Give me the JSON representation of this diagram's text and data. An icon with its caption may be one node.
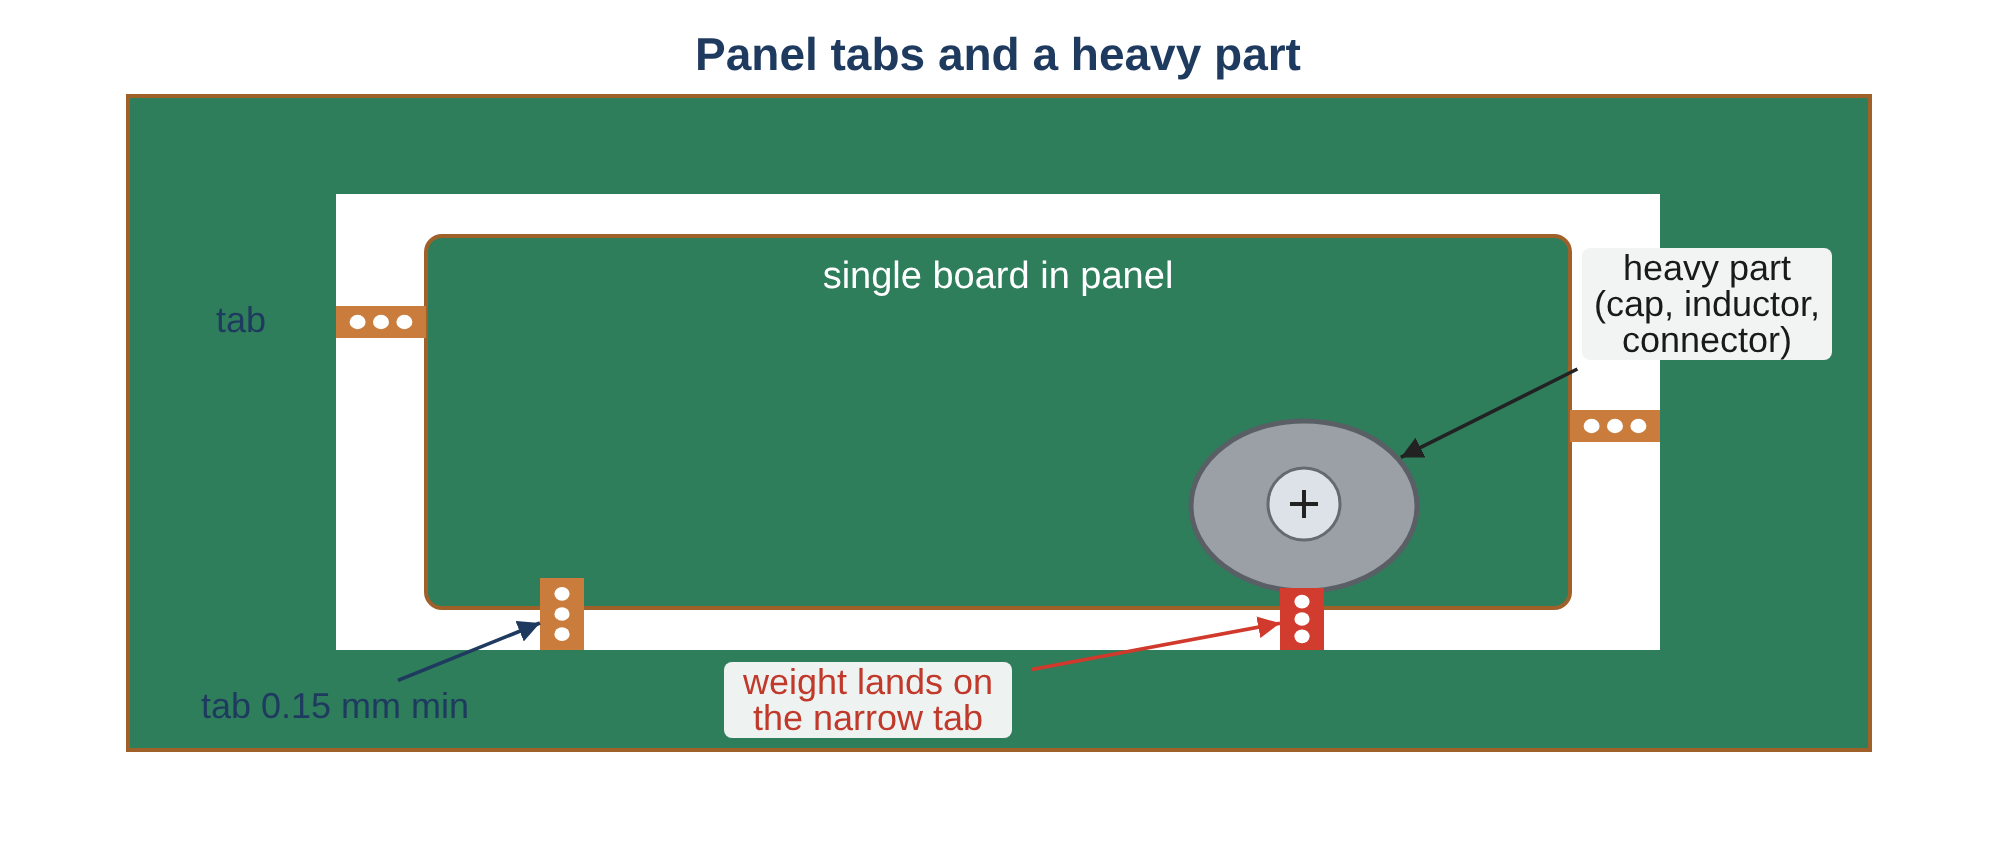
{
  "diagram": {
    "title": "Panel tabs and a heavy part",
    "nodes": [
      {
        "text": [
          "single board in panel"
        ]
      },
      {
        "text": [
          "heavy part (cap, inductor, connector)"
        ]
      },
      {
        "text": [],
        "shape": "circle",
        "in": 0
      },
      {
        "text": [],
        "shape": "bar"
      },
      {
        "text": [
          "tab 0.15 mm min"
        ]
      },
      {
        "text": [],
        "shape": "bar"
      },
      {
        "text": [
          "weight lands on the narrow tab"
        ]
      }
    ],
    "edges": [
      {
        "from": 1,
        "to": 2,
        "arrow": "to",
        "color": "#222222"
      },
      {
        "from": 4,
        "to": 3,
        "arrow": "to",
        "color": "#1f3a5f"
      },
      {
        "from": 6,
        "to": 5,
        "arrow": "to",
        "color": "#d0392b"
      }
    ],
    "labels": [
      "tab"
    ]
  }
}
